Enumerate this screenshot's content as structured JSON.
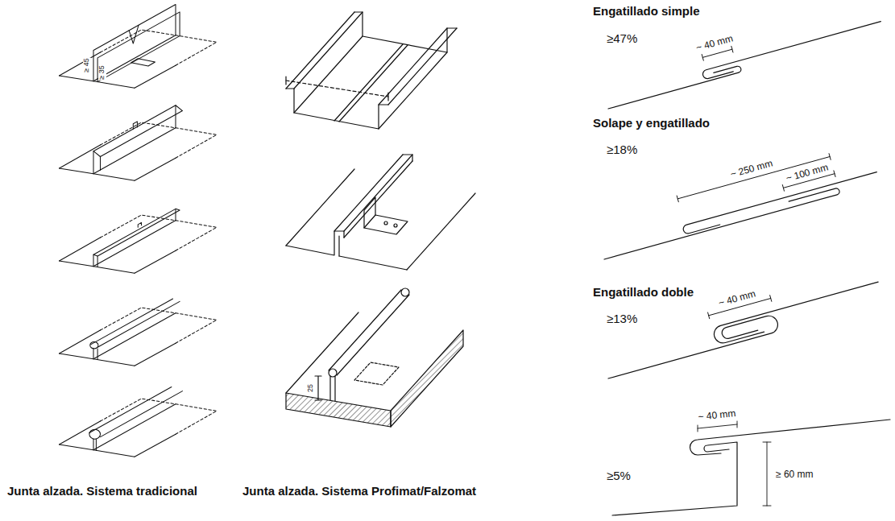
{
  "diagram": {
    "labels": [
      "Junta alzada. Sistema tradicional",
      "Junta alzada. Sistema Profimat/Falzomat",
      "≥ 45",
      "≥ 35",
      "25",
      "Engatillado simple",
      "≥47%",
      "~ 40 mm",
      "Solape y engatillado",
      "≥18%",
      "~ 250 mm",
      "~ 100 mm",
      "Engatillado doble",
      "~ 40 mm",
      "≥13%",
      "~ 40 mm",
      "≥ 60 mm",
      "≥5%"
    ]
  }
}
